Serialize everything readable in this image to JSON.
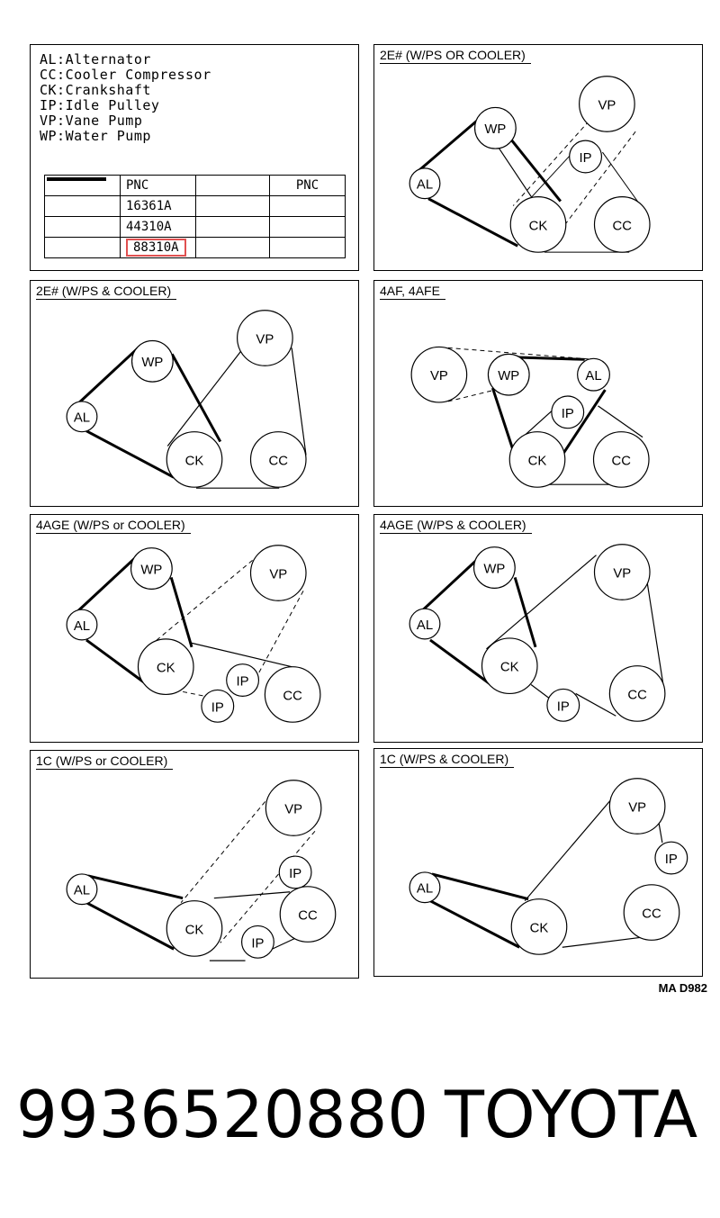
{
  "legend": {
    "lines": [
      "AL:Alternator",
      "CC:Cooler Compressor",
      "CK:Crankshaft",
      "IP:Idle Pulley",
      "VP:Vane Pump",
      "WP:Water Pump"
    ],
    "pnc_header": "PNC",
    "pnc_header2": "PNC",
    "rows": [
      "16361A",
      "44310A",
      "88310A"
    ]
  },
  "panels": [
    {
      "title": "2E# (W/PS OR COOLER)"
    },
    {
      "title": "2E# (W/PS & COOLER)"
    },
    {
      "title": "4AF, 4AFE"
    },
    {
      "title": "4AGE (W/PS or COOLER)"
    },
    {
      "title": "4AGE (W/PS & COOLER)"
    },
    {
      "title": "1C (W/PS or COOLER)"
    },
    {
      "title": "1C (W/PS & COOLER)"
    }
  ],
  "pulley_labels": {
    "al": "AL",
    "wp": "WP",
    "vp": "VP",
    "ck": "CK",
    "cc": "CC",
    "ip": "IP"
  },
  "drawing_code": "MA D982",
  "footer": {
    "part_number": "9936520880",
    "brand": "TOYOTA"
  }
}
